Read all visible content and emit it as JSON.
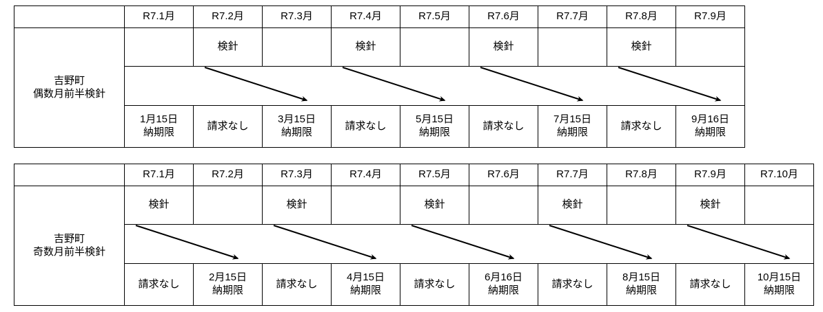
{
  "tables": [
    {
      "id": "table-even",
      "name": "even-month-first-half-meter-reading",
      "label": "吉野町\n偶数月前半検針",
      "corner_label": "",
      "months": [
        "R7.1月",
        "R7.2月",
        "R7.3月",
        "R7.4月",
        "R7.5月",
        "R7.6月",
        "R7.7月",
        "R7.8月",
        "R7.9月"
      ],
      "meter_row": [
        {
          "text": "",
          "fill": "none"
        },
        {
          "text": "検針",
          "fill": "blue"
        },
        {
          "text": "",
          "fill": "none"
        },
        {
          "text": "検針",
          "fill": "orange"
        },
        {
          "text": "",
          "fill": "none"
        },
        {
          "text": "検針",
          "fill": "orange"
        },
        {
          "text": "",
          "fill": "none"
        },
        {
          "text": "検針",
          "fill": "orange"
        },
        {
          "text": "",
          "fill": "none"
        }
      ],
      "due_row": [
        {
          "line1": "1月15日",
          "line2": "納期限",
          "fill": "blue"
        },
        {
          "line1": "請求なし",
          "line2": "",
          "fill": "none"
        },
        {
          "line1": "3月15日",
          "line2": "納期限",
          "fill": "blue"
        },
        {
          "line1": "請求なし",
          "line2": "",
          "fill": "none"
        },
        {
          "line1": "5月15日",
          "line2": "納期限",
          "fill": "orange"
        },
        {
          "line1": "請求なし",
          "line2": "",
          "fill": "none"
        },
        {
          "line1": "7月15日",
          "line2": "納期限",
          "fill": "orange"
        },
        {
          "line1": "請求なし",
          "line2": "",
          "fill": "none"
        },
        {
          "line1": "9月16日",
          "line2": "納期限",
          "fill": "orange"
        }
      ],
      "arrows": [
        {
          "from_col": 1,
          "to_col": 2
        },
        {
          "from_col": 3,
          "to_col": 4
        },
        {
          "from_col": 5,
          "to_col": 6
        },
        {
          "from_col": 7,
          "to_col": 8
        }
      ]
    },
    {
      "id": "table-odd",
      "name": "odd-month-first-half-meter-reading",
      "label": "吉野町\n奇数月前半検針",
      "corner_label": "",
      "months": [
        "R7.1月",
        "R7.2月",
        "R7.3月",
        "R7.4月",
        "R7.5月",
        "R7.6月",
        "R7.7月",
        "R7.8月",
        "R7.9月",
        "R7.10月"
      ],
      "meter_row": [
        {
          "text": "検針",
          "fill": "blue"
        },
        {
          "text": "",
          "fill": "none"
        },
        {
          "text": "検針",
          "fill": "blue"
        },
        {
          "text": "",
          "fill": "none"
        },
        {
          "text": "検針",
          "fill": "orange"
        },
        {
          "text": "",
          "fill": "none"
        },
        {
          "text": "検針",
          "fill": "orange"
        },
        {
          "text": "",
          "fill": "none"
        },
        {
          "text": "検針",
          "fill": "orange"
        },
        {
          "text": "",
          "fill": "none"
        }
      ],
      "due_row": [
        {
          "line1": "請求なし",
          "line2": "",
          "fill": "none"
        },
        {
          "line1": "2月15日",
          "line2": "納期限",
          "fill": "blue"
        },
        {
          "line1": "請求なし",
          "line2": "",
          "fill": "none"
        },
        {
          "line1": "4月15日",
          "line2": "納期限",
          "fill": "blue"
        },
        {
          "line1": "請求なし",
          "line2": "",
          "fill": "none"
        },
        {
          "line1": "6月16日",
          "line2": "納期限",
          "fill": "orange"
        },
        {
          "line1": "請求なし",
          "line2": "",
          "fill": "none"
        },
        {
          "line1": "8月15日",
          "line2": "納期限",
          "fill": "orange"
        },
        {
          "line1": "請求なし",
          "line2": "",
          "fill": "none"
        },
        {
          "line1": "10月15日",
          "line2": "納期限",
          "fill": "orange"
        }
      ],
      "arrows": [
        {
          "from_col": 0,
          "to_col": 1
        },
        {
          "from_col": 2,
          "to_col": 3
        },
        {
          "from_col": 4,
          "to_col": 5
        },
        {
          "from_col": 6,
          "to_col": 7
        },
        {
          "from_col": 8,
          "to_col": 9
        }
      ]
    }
  ],
  "colors": {
    "blue_fill": "#dce6f1",
    "orange_fill": "#f8cbad",
    "border": "#000000",
    "text": "#000000",
    "background": "#ffffff"
  },
  "metrics": {
    "label_col_width": 160,
    "month_col_width": 100,
    "header_row_height": 31,
    "meter_row_height": 55,
    "arrow_row_height": 56,
    "due_row_height": 60
  }
}
